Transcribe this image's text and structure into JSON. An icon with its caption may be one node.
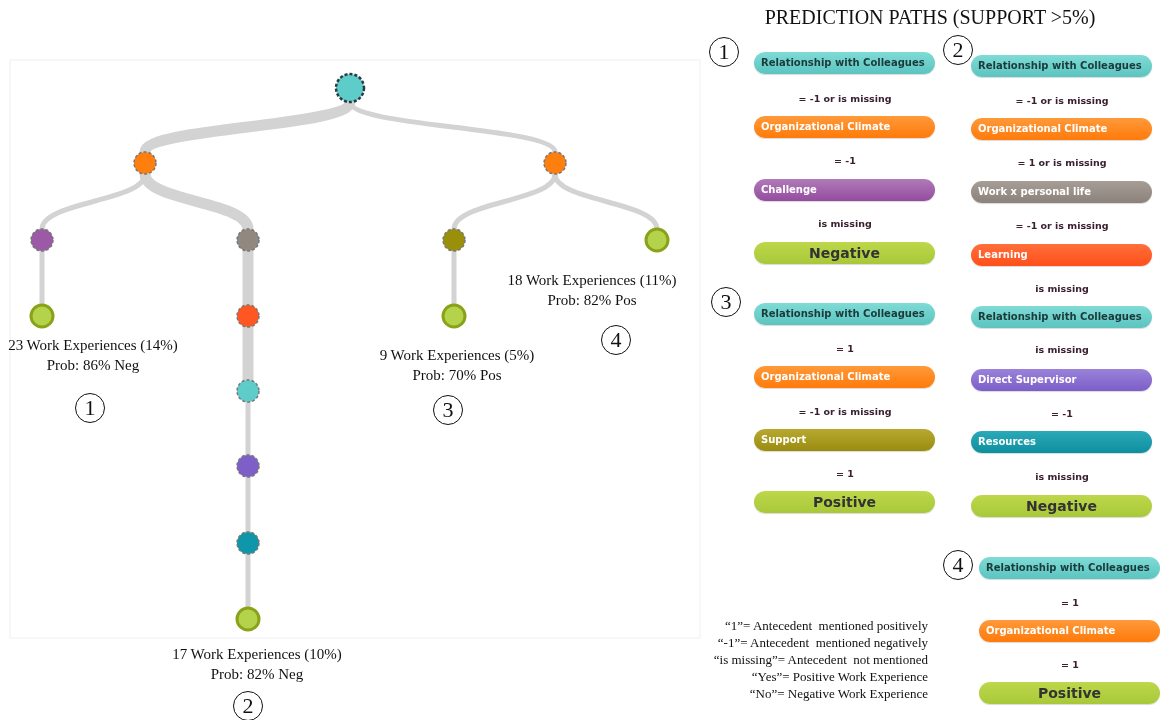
{
  "diagram": {
    "title": "PREDICTION PATHS (SUPPORT >5%)",
    "nodes": [
      {
        "text": [],
        "shape": "circle"
      },
      {
        "text": [],
        "shape": "circle"
      },
      {
        "text": [],
        "shape": "circle"
      },
      {
        "text": [],
        "shape": "circle"
      },
      {
        "text": [],
        "shape": "circle"
      },
      {
        "text": [],
        "shape": "circle"
      },
      {
        "text": [],
        "shape": "circle",
        "beside": [
          "18 Work Experiences (11%)",
          "Prob: 82% Pos"
        ]
      },
      {
        "text": [],
        "shape": "circle",
        "beside": [
          "23 Work Experiences (14%)",
          "Prob: 86% Neg"
        ]
      },
      {
        "text": [],
        "shape": "circle"
      },
      {
        "text": [],
        "shape": "circle",
        "beside": [
          "9 Work Experiences (5%)",
          "Prob: 70% Pos"
        ]
      },
      {
        "text": [],
        "shape": "circle"
      },
      {
        "text": [],
        "shape": "circle"
      },
      {
        "text": [],
        "shape": "circle"
      },
      {
        "text": [],
        "shape": "circle",
        "beside": [
          "17 Work Experiences (10%)",
          "Prob: 82% Neg"
        ]
      },
      {
        "text": [
          "Relationship with Colleagues"
        ]
      },
      {
        "text": [
          "Organizational Climate"
        ]
      },
      {
        "text": [
          "Challenge"
        ]
      },
      {
        "text": [
          "Negative"
        ]
      },
      {
        "text": [
          "Relationship with Colleagues"
        ]
      },
      {
        "text": [
          "Organizational Climate"
        ]
      },
      {
        "text": [
          "Work x personal life"
        ]
      },
      {
        "text": [
          "Learning"
        ]
      },
      {
        "text": [
          "Relationship with Colleagues"
        ]
      },
      {
        "text": [
          "Direct Supervisor"
        ]
      },
      {
        "text": [
          "Resources"
        ]
      },
      {
        "text": [
          "Negative"
        ]
      },
      {
        "text": [
          "Relationship with Colleagues"
        ]
      },
      {
        "text": [
          "Organizational Climate"
        ]
      },
      {
        "text": [
          "Support"
        ]
      },
      {
        "text": [
          "Positive"
        ]
      },
      {
        "text": [
          "Relationship with Colleagues"
        ]
      },
      {
        "text": [
          "Organizational Climate"
        ]
      },
      {
        "text": [
          "Positive"
        ]
      }
    ],
    "edges": [
      {
        "from": 0,
        "to": 1,
        "arrow": "none",
        "style": "thick"
      },
      {
        "from": 0,
        "to": 2,
        "arrow": "none"
      },
      {
        "from": 1,
        "to": 3,
        "arrow": "none"
      },
      {
        "from": 1,
        "to": 4,
        "arrow": "none",
        "style": "thick"
      },
      {
        "from": 2,
        "to": 5,
        "arrow": "none"
      },
      {
        "from": 2,
        "to": 6,
        "arrow": "none"
      },
      {
        "from": 3,
        "to": 7,
        "arrow": "none"
      },
      {
        "from": 4,
        "to": 8,
        "arrow": "none",
        "style": "thick"
      },
      {
        "from": 5,
        "to": 9,
        "arrow": "none"
      },
      {
        "from": 8,
        "to": 10,
        "arrow": "none",
        "style": "thick"
      },
      {
        "from": 10,
        "to": 11,
        "arrow": "none"
      },
      {
        "from": 11,
        "to": 12,
        "arrow": "none"
      },
      {
        "from": 12,
        "to": 13,
        "arrow": "none"
      }
    ],
    "labels": [
      "4",
      "1",
      "3",
      "2",
      "1",
      "= -1 or is missing",
      "= -1",
      "is missing",
      "2",
      "= -1 or is missing",
      "= 1 or is missing",
      "= -1 or is missing",
      "is missing",
      "is missing",
      "= -1",
      "is missing",
      "3",
      "= 1",
      "= -1 or is missing",
      "= 1",
      "4",
      "= 1",
      "= 1",
      "“1”= Antecedent  mentioned positively",
      "“-1”= Antecedent  mentioned negatively",
      "“is missing”= Antecedent  not mentioned",
      "“Yes”= Positive Work Experience",
      "“No”= Negative Work Experience"
    ]
  }
}
